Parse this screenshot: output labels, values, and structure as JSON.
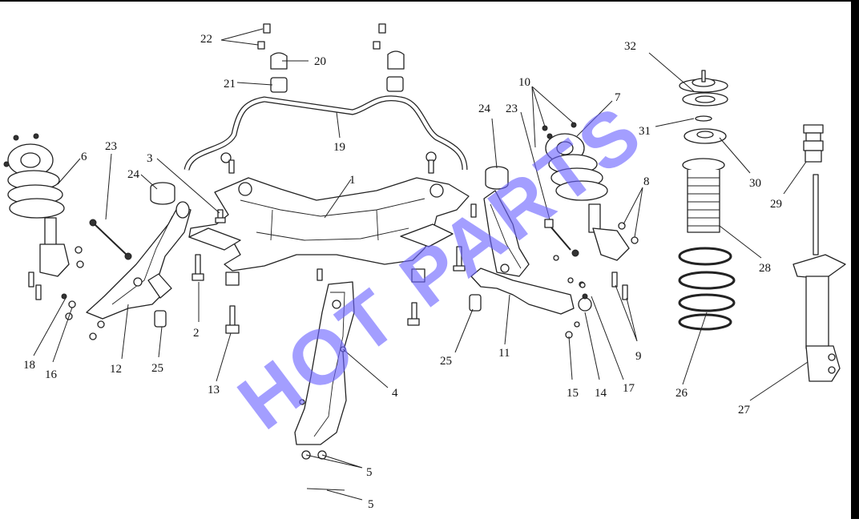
{
  "watermark": {
    "text": "HOT PARTS",
    "color": "#6b63ff"
  },
  "callouts": [
    {
      "id": "c22",
      "label": "22"
    },
    {
      "id": "c20",
      "label": "20"
    },
    {
      "id": "c21",
      "label": "21"
    },
    {
      "id": "c19",
      "label": "19"
    },
    {
      "id": "c1",
      "label": "1"
    },
    {
      "id": "c3",
      "label": "3"
    },
    {
      "id": "c23a",
      "label": "23"
    },
    {
      "id": "c24a",
      "label": "24"
    },
    {
      "id": "c6",
      "label": "6"
    },
    {
      "id": "c2",
      "label": "2"
    },
    {
      "id": "c13",
      "label": "13"
    },
    {
      "id": "c12",
      "label": "12"
    },
    {
      "id": "c25a",
      "label": "25"
    },
    {
      "id": "c18",
      "label": "18"
    },
    {
      "id": "c16",
      "label": "16"
    },
    {
      "id": "c4",
      "label": "4"
    },
    {
      "id": "c5a",
      "label": "5"
    },
    {
      "id": "c5b",
      "label": "5"
    },
    {
      "id": "c10",
      "label": "10"
    },
    {
      "id": "c24b",
      "label": "24"
    },
    {
      "id": "c23b",
      "label": "23"
    },
    {
      "id": "c7",
      "label": "7"
    },
    {
      "id": "c8",
      "label": "8"
    },
    {
      "id": "c9",
      "label": "9"
    },
    {
      "id": "c25b",
      "label": "25"
    },
    {
      "id": "c11",
      "label": "11"
    },
    {
      "id": "c15",
      "label": "15"
    },
    {
      "id": "c14",
      "label": "14"
    },
    {
      "id": "c17",
      "label": "17"
    },
    {
      "id": "c32",
      "label": "32"
    },
    {
      "id": "c31",
      "label": "31"
    },
    {
      "id": "c30",
      "label": "30"
    },
    {
      "id": "c29",
      "label": "29"
    },
    {
      "id": "c28",
      "label": "28"
    },
    {
      "id": "c26",
      "label": "26"
    },
    {
      "id": "c27",
      "label": "27"
    }
  ]
}
